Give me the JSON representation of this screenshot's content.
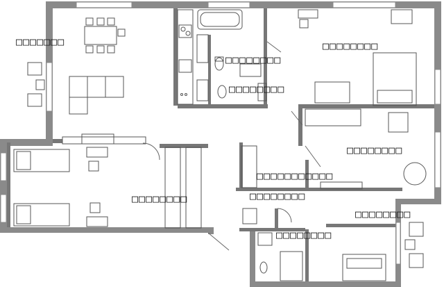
{
  "room_labels": [
    {
      "id": "living",
      "text": "□□□□□□□"
    },
    {
      "id": "bath",
      "text": "□□□□□□□□"
    },
    {
      "id": "toilet",
      "text": "□□□□□□□□"
    },
    {
      "id": "bedroom-top",
      "text": "□□□□□□□□"
    },
    {
      "id": "cabinet",
      "text": "□□□□□□□□"
    },
    {
      "id": "hall",
      "text": "□□□□□□□□□□□"
    },
    {
      "id": "storage",
      "text": "□□□□□□□□"
    },
    {
      "id": "kids",
      "text": "□□□□□□□□"
    },
    {
      "id": "balcony",
      "text": "□□□□□□□□"
    },
    {
      "id": "bath2",
      "text": "□□□□□□□□"
    }
  ],
  "colors": {
    "wall": "#8a8a8a",
    "wall_dark": "#6f6f6f",
    "line": "#444444",
    "fill": "#ffffff",
    "window": "#b8b8b8"
  }
}
